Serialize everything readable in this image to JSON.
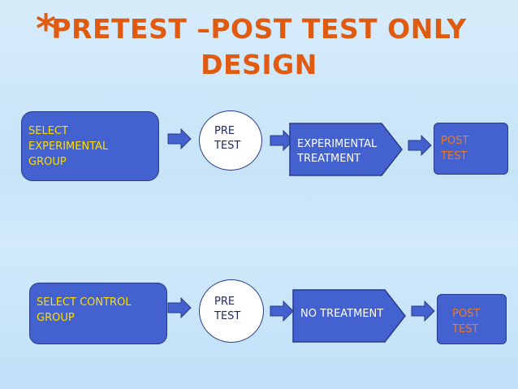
{
  "title": {
    "bullet": "*",
    "line1": "PRETEST –POST TEST  ONLY",
    "line2": "DESIGN"
  },
  "experimental_row": {
    "select": "SELECT\nEXPERIMENTAL\nGROUP",
    "pretest": "PRE\nTEST",
    "treatment": "EXPERIMENTAL\nTREATMENT",
    "posttest": "POST\nTEST"
  },
  "control_row": {
    "select": "SELECT CONTROL\nGROUP",
    "pretest": "PRE\nTEST",
    "treatment": "NO TREATMENT",
    "posttest": "POST\nTEST"
  },
  "colors": {
    "title": "#e05a10",
    "box_fill": "#4361cf",
    "box_text_yellow": "#ffdd00",
    "posttest_text": "#f07a20"
  },
  "icons": [
    "right-arrow-icon"
  ]
}
